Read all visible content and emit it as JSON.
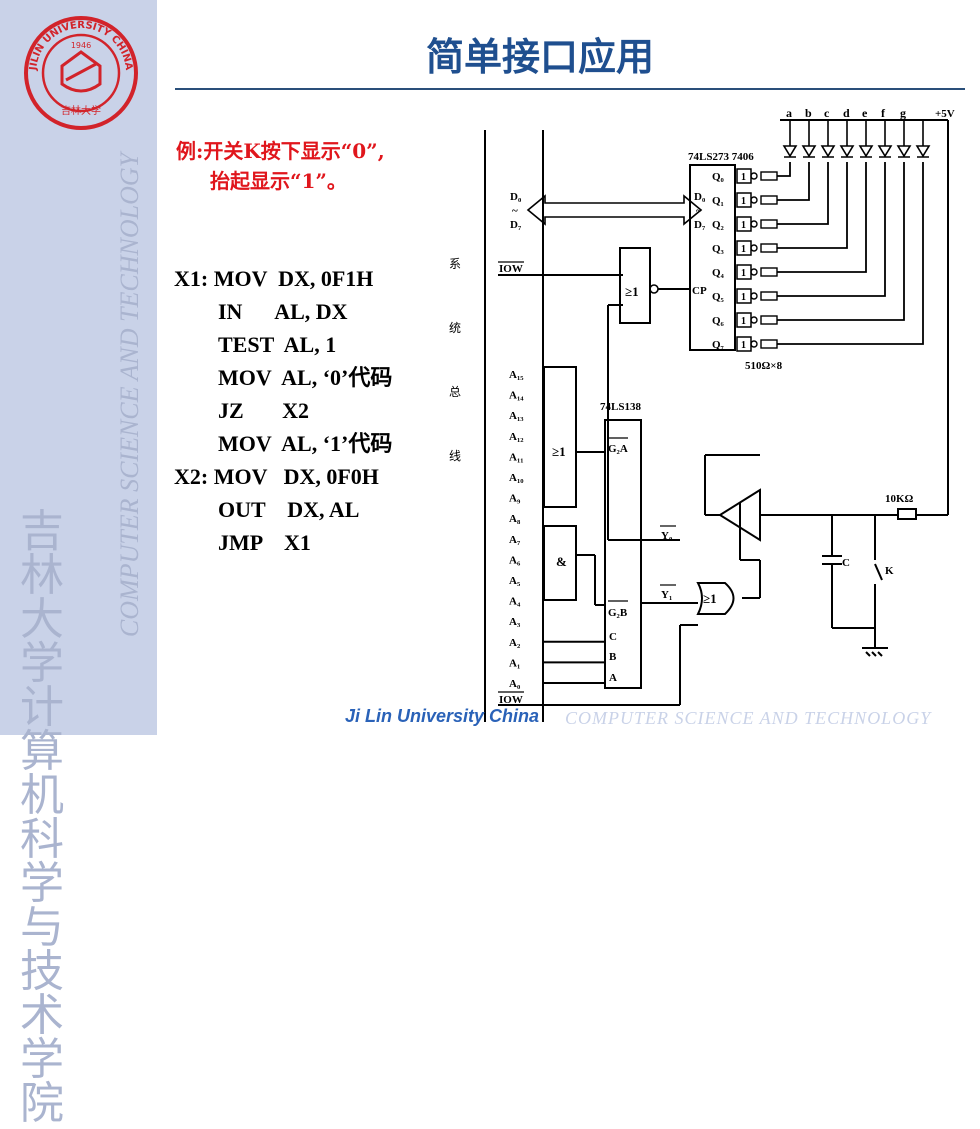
{
  "title": "简单接口应用",
  "example": {
    "line1": "例:开关K按下显示“0”,",
    "line2": "抬起显示“1”。"
  },
  "code": [
    "X1: MOV  DX, 0F1H",
    "IN      AL, DX",
    "TEST  AL, 1",
    "MOV  AL, ‘0’代码",
    "JZ       X2",
    "MOV  AL, ‘1’代码",
    "X2: MOV   DX, 0F0H",
    "OUT    DX, AL",
    "JMP    X1"
  ],
  "code_indent": [
    false,
    true,
    true,
    true,
    true,
    true,
    false,
    true,
    true
  ],
  "bus_label": [
    "系",
    "统",
    "总",
    "线"
  ],
  "circuit": {
    "d_left_top": "D₀",
    "d_left_tilde": "~",
    "d_left_bottom": "D₇",
    "iow_top": "IOW",
    "iow_bottom": "IOW",
    "or_gate_top": "≥1",
    "cp": "CP",
    "latch_title": "74LS273 7406",
    "d_right_top": "D₀",
    "d_right_tilde": "~",
    "d_right_bottom": "D₇",
    "q_labels": [
      "Q₀",
      "Q₁",
      "Q₂",
      "Q₃",
      "Q₄",
      "Q₅",
      "Q₆",
      "Q₇"
    ],
    "buffer_label": "1",
    "seg_labels": [
      "a",
      "b",
      "c",
      "d",
      "e",
      "f",
      "g"
    ],
    "vcc": "+5V",
    "resistors": "510Ω×8",
    "addr_labels": [
      "A₁₅",
      "A₁₄",
      "A₁₃",
      "A₁₂",
      "A₁₁",
      "A₁₀",
      "A₉",
      "A₈",
      "A₇",
      "A₆",
      "A₅",
      "A₄",
      "A₃",
      "A₂",
      "A₁",
      "A₀"
    ],
    "or_gate_addr": "≥1",
    "and_gate_addr": "&",
    "decoder_title": "74LS138",
    "g2a": "G₂A",
    "g2b": "G₂B",
    "c": "C",
    "b": "B",
    "a": "A",
    "y0": "Y₀",
    "y1": "Y₁",
    "or_gate_bottom": "≥1",
    "res_10k": "10KΩ",
    "cap": "C",
    "switch": "K"
  },
  "footer_left": "Ji Lin University China",
  "footer_right": "COMPUTER SCIENCE AND TECHNOLOGY",
  "watermark_cn": "吉林大学计算机科学与技术学院",
  "watermark_en": "COMPUTER SCIENCE AND TECHNOLOGY",
  "logo": {
    "text_top": "JILIN UNIVERSITY CHINA",
    "year": "1946"
  }
}
